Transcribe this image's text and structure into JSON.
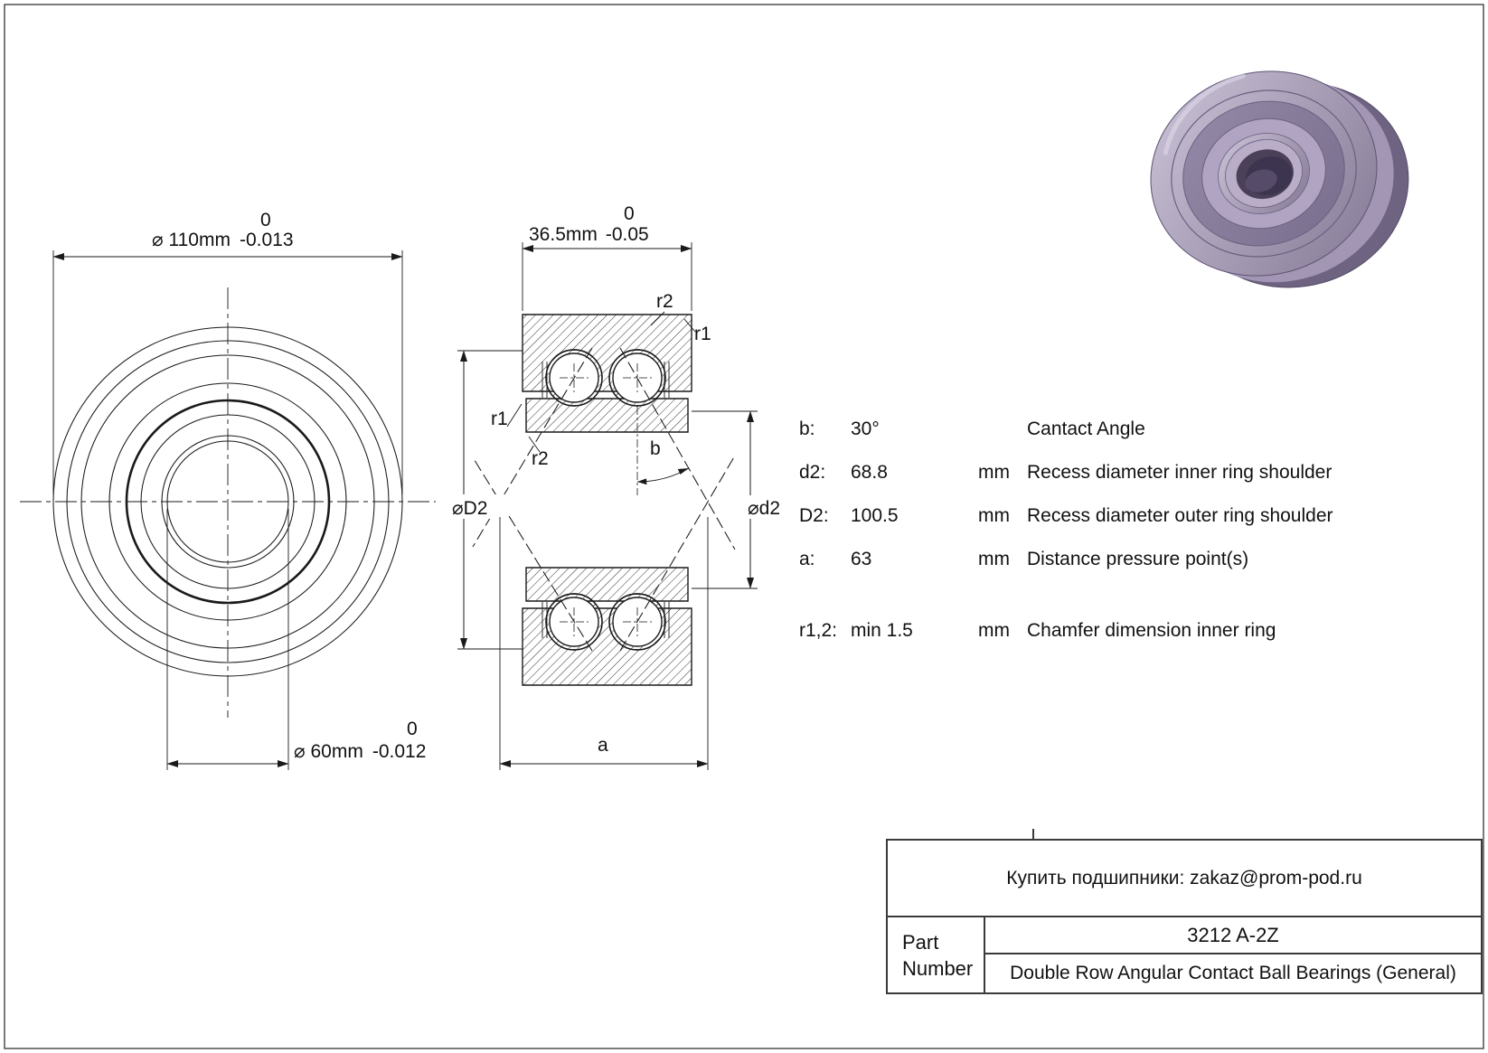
{
  "front_view": {
    "outer_dim": {
      "tol_upper": "0",
      "value": "⌀ 110mm",
      "tol_lower": "-0.013"
    },
    "bore_dim": {
      "tol_upper": "0",
      "value": "⌀ 60mm",
      "tol_lower": "-0.012"
    }
  },
  "section_view": {
    "width_dim": {
      "tol_upper": "0",
      "value": "36.5mm",
      "tol_lower": "-0.05"
    },
    "labels": {
      "r2_top": "r2",
      "r1_top": "r1",
      "r1_left": "r1",
      "r2_left": "r2",
      "angle": "b",
      "outer_recess": "⌀D2",
      "inner_recess": "⌀d2",
      "distance": "a"
    }
  },
  "specs": {
    "rows": [
      {
        "key": "b:",
        "value": "30°",
        "unit": "",
        "desc": "Cantact Angle"
      },
      {
        "key": "d2:",
        "value": "68.8",
        "unit": "mm",
        "desc": "Recess diameter inner ring shoulder"
      },
      {
        "key": "D2:",
        "value": "100.5",
        "unit": "mm",
        "desc": "Recess diameter outer ring shoulder"
      },
      {
        "key": "a:",
        "value": "63",
        "unit": "mm",
        "desc": "Distance pressure point(s)"
      },
      {
        "key": "r1,2:",
        "value": "min 1.5",
        "unit": "mm",
        "desc": "Chamfer dimension inner ring"
      }
    ]
  },
  "title_block": {
    "contact_line": "Купить подшипники: zakaz@prom-pod.ru",
    "part_label_line1": "Part",
    "part_label_line2": "Number",
    "part_number": "3212 A-2Z",
    "description": "Double Row Angular Contact Ball Bearings (General)"
  },
  "colors": {
    "bearing_rim_dark": "#6e6380",
    "bearing_mid": "#a396b5",
    "bearing_shield": "#b0a4c2",
    "bearing_inner_ring": "#b9adc8",
    "bearing_bore": "#4a4158",
    "line": "#1a1a1a"
  }
}
